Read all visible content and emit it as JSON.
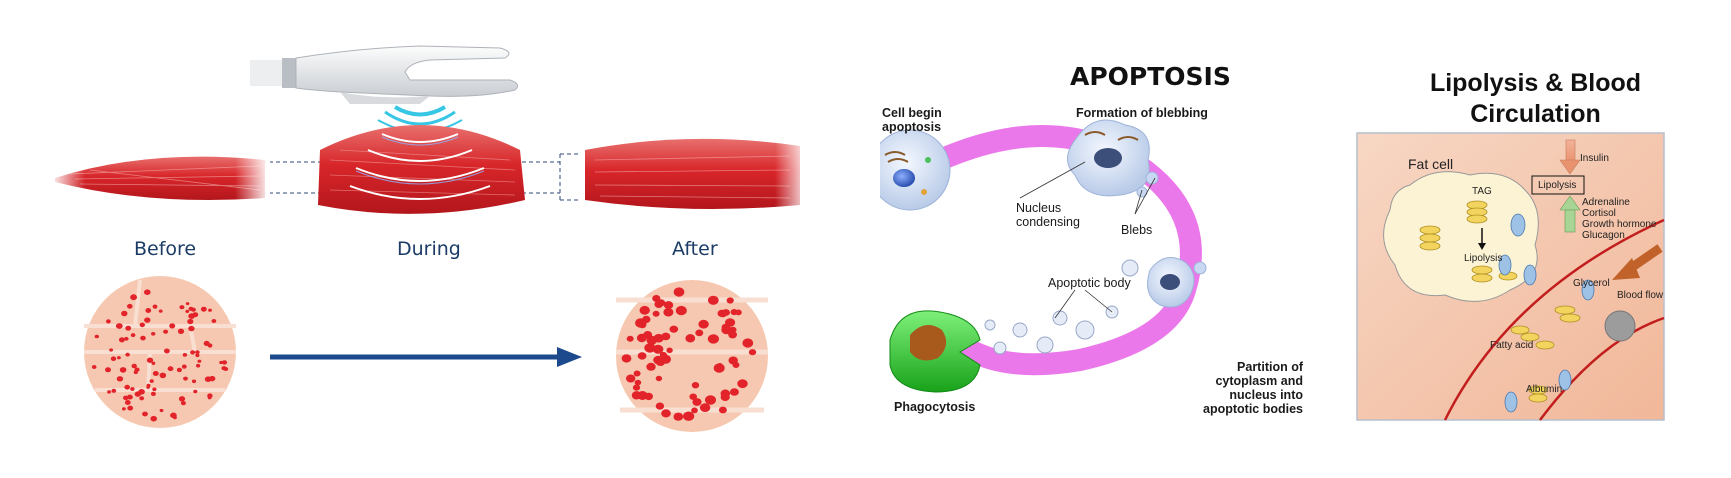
{
  "ems_panel": {
    "stages": [
      "Before",
      "During",
      "After"
    ]
  },
  "apoptosis_panel": {
    "title": "APOPTOSIS",
    "cell_begin": [
      "Cell begin",
      "apoptosis"
    ],
    "blebbing": "Formation of blebbing",
    "nucleus_condensing": [
      "Nucleus",
      "condensing"
    ],
    "blebs": "Blebs",
    "apoptotic_body": "Apoptotic body",
    "phagocytosis": "Phagocytosis",
    "partition": [
      "Partition of",
      "cytoplasm and",
      "nucleus into",
      "apoptotic bodies"
    ]
  },
  "lipolysis_panel": {
    "title_line1": "Lipolysis & Blood",
    "title_line2": "Circulation",
    "fat_cell": "Fat cell",
    "tag": "TAG",
    "lipolysis_inner": "Lipolysis",
    "insulin": "Insulin",
    "lipolysis_box": "Lipolysis",
    "hormones": [
      "Adrenaline",
      "Cortisol",
      "Growth hormone",
      "Glucagon"
    ],
    "glycerol": "Glycerol",
    "blood_flow": "Blood flow",
    "fatty_acid": "Fatty acid",
    "albumin": "Albumin"
  }
}
